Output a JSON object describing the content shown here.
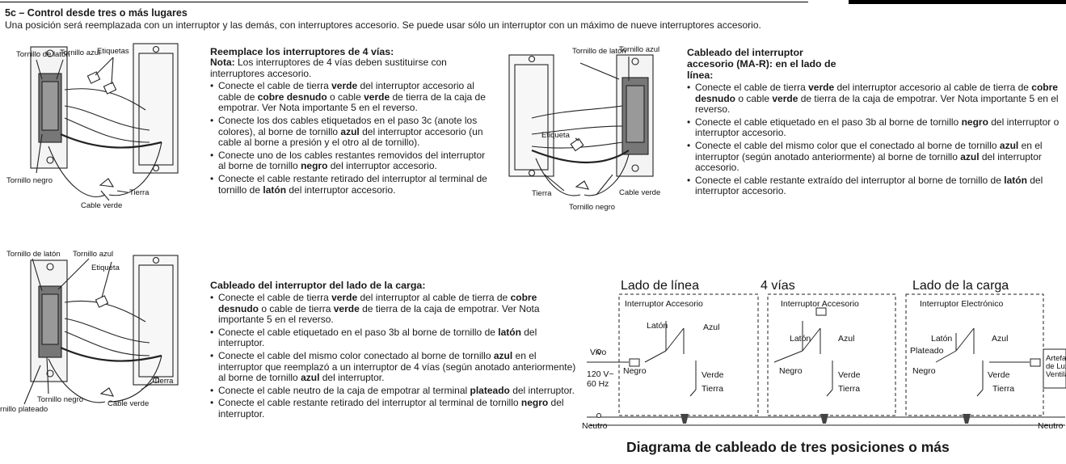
{
  "section": {
    "title": "5c – Control desde tres o más lugares",
    "intro": "Una posición será reemplazada con un interruptor y las demás, con interruptores accesorio. Se puede usar sólo un interruptor con un máximo de nueve interruptores accesorio."
  },
  "fig1": {
    "labels": [
      "Tornillo de latón",
      "Tornillo azul",
      "Etiquetas",
      "Tornillo negro",
      "Tierra",
      "Cable verde"
    ]
  },
  "fig2": {
    "labels": [
      "Tornillo de latón",
      "Tornillo azul",
      "Etiqueta",
      "Tornillo negro",
      "Tornillo plateado",
      "Tierra",
      "Cable verde"
    ]
  },
  "fig3": {
    "labels": [
      "Tornillo de latón",
      "Tornillo azul",
      "Etiqueta",
      "Tierra",
      "Tornillo negro",
      "Cable verde"
    ]
  },
  "four_way": {
    "heading": "Reemplace los interruptores de 4 vías:",
    "note_label": "Nota:",
    "note_text": " Los interruptores de 4 vías deben sustituirse con interruptores accesorio.",
    "items": [
      [
        {
          "t": "Conecte el cable de tierra "
        },
        {
          "b": "verde"
        },
        {
          "t": " del interruptor accesorio al cable de "
        },
        {
          "b": "cobre desnudo"
        },
        {
          "t": " o cable "
        },
        {
          "b": "verde"
        },
        {
          "t": " de tierra de la caja de empotrar. Ver Nota importante 5 en el reverso."
        }
      ],
      [
        {
          "t": "Conecte los dos cables etiquetados en el paso 3c (anote los colores), al borne de tornillo "
        },
        {
          "b": "azul"
        },
        {
          "t": " del interruptor accesorio (un cable al borne a presión y el otro al de tornillo)."
        }
      ],
      [
        {
          "t": "Conecte uno de los cables restantes removidos del interruptor al borne de tornillo "
        },
        {
          "b": "negro"
        },
        {
          "t": " del interruptor accesorio."
        }
      ],
      [
        {
          "t": "Conecte el cable restante retirado del interruptor al terminal de tornillo de "
        },
        {
          "b": "latón"
        },
        {
          "t": " del interruptor accesorio."
        }
      ]
    ]
  },
  "load_side": {
    "heading": "Cableado del interruptor del lado de la carga:",
    "items": [
      [
        {
          "t": "Conecte el cable de tierra "
        },
        {
          "b": "verde"
        },
        {
          "t": " del interruptor al cable de tierra de "
        },
        {
          "b": "cobre desnudo"
        },
        {
          "t": " o cable de tierra "
        },
        {
          "b": "verde"
        },
        {
          "t": " de tierra de la caja de empotrar. Ver Nota importante 5 en el reverso."
        }
      ],
      [
        {
          "t": "Conecte el cable etiquetado en el paso 3b al borne de tornillo de "
        },
        {
          "b": "latón"
        },
        {
          "t": " del interruptor."
        }
      ],
      [
        {
          "t": "Conecte el cable del mismo color conectado al borne de tornillo "
        },
        {
          "b": "azul"
        },
        {
          "t": " en el interruptor que reemplazó a un interruptor de 4 vías (según anotado anteriormente) al borne de tornillo "
        },
        {
          "b": "azul"
        },
        {
          "t": " del interruptor."
        }
      ],
      [
        {
          "t": "Conecte el cable neutro de la caja de empotrar al terminal "
        },
        {
          "b": "plateado"
        },
        {
          "t": " del interruptor."
        }
      ],
      [
        {
          "t": "Conecte el cable restante retirado del interruptor al terminal de tornillo "
        },
        {
          "b": "negro"
        },
        {
          "t": " del interruptor."
        }
      ]
    ]
  },
  "line_side": {
    "heading": "Cableado del interruptor accesorio (MA-R): en el lado de línea:",
    "items": [
      [
        {
          "t": "Conecte el cable de tierra "
        },
        {
          "b": "verde"
        },
        {
          "t": " del interruptor accesorio al cable de tierra de "
        },
        {
          "b": "cobre desnudo"
        },
        {
          "t": " o cable "
        },
        {
          "b": "verde"
        },
        {
          "t": " de tierra de la caja de empotrar. Ver Nota importante 5 en el reverso."
        }
      ],
      [
        {
          "t": "Conecte el cable etiquetado en el paso 3b al borne de tornillo "
        },
        {
          "b": "negro"
        },
        {
          "t": " del interruptor o interruptor accesorio."
        }
      ],
      [
        {
          "t": "Conecte el cable del mismo color que el conectado al borne de tornillo "
        },
        {
          "b": "azul"
        },
        {
          "t": " en el interruptor (según anotado anteriormente) al borne de tornillo "
        },
        {
          "b": "azul"
        },
        {
          "t": " del interruptor accesorio."
        }
      ],
      [
        {
          "t": "Conecte el cable restante extraído del interruptor al borne de tornillo de "
        },
        {
          "b": "latón"
        },
        {
          "t": " del interruptor accesorio."
        }
      ]
    ]
  },
  "wiring": {
    "sections": [
      "Lado de línea",
      "4 vías",
      "Lado de la carga"
    ],
    "boxes": [
      "Interruptor Accesorio",
      "Interruptor Accesorio",
      "Interruptor Electrónico"
    ],
    "terminals": {
      "laton": "Latón",
      "azul": "Azul",
      "negro": "Negro",
      "verde": "Verde",
      "tierra": "Tierra",
      "plateado": "Plateado"
    },
    "supply": [
      "Vivo",
      "120 V~",
      "60 Hz"
    ],
    "neutro": "Neutro",
    "load": [
      "Artefacto(",
      "de Luz o c",
      "Ventilador"
    ],
    "caption": "Diagrama de cableado de tres posiciones o más"
  }
}
